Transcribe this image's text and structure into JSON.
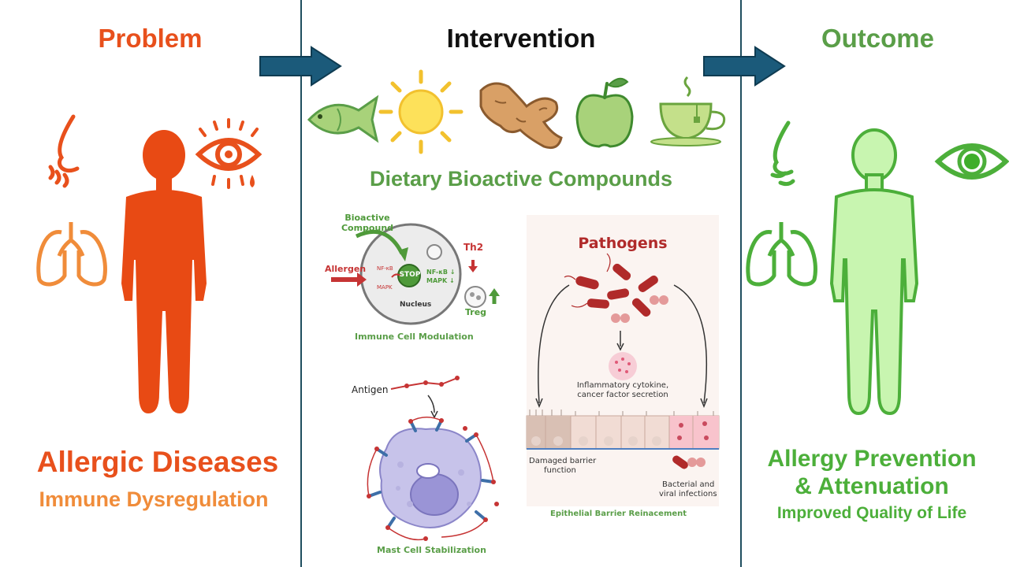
{
  "columns": {
    "problem": {
      "heading": "Problem",
      "title": "Allergic Diseases",
      "subtitle": "Immune Dysregulation"
    },
    "intervention": {
      "heading": "Intervention",
      "compounds_title": "Dietary Bioactive Compounds",
      "food_icons": [
        "fish-icon",
        "sun-icon",
        "ginger-icon",
        "apple-icon",
        "tea-cup-icon"
      ],
      "immune_panel": {
        "bioactive_label": "Bioactive Compound",
        "allergen_label": "Allergen",
        "stop_label": "STOP",
        "nfkb_left": "NF-κB",
        "mapk_left": "MAPK",
        "nfkb_right": "NF-κB ↓",
        "mapk_right": "MAPK ↓",
        "nucleus_label": "Nucleus",
        "th2_label": "Th2",
        "treg_label": "Treg",
        "caption": "Immune Cell Modulation"
      },
      "mast_panel": {
        "antigen_label": "Antigen",
        "caption": "Mast Cell Stabilization"
      },
      "epithelial_panel": {
        "pathogens_label": "Pathogens",
        "cytokine_label_1": "Inflammatory cytokine,",
        "cytokine_label_2": "cancer factor secretion",
        "damaged_label_1": "Damaged barrier",
        "damaged_label_2": "function",
        "infection_label_1": "Bacterial and",
        "infection_label_2": "viral infections",
        "caption": "Epithelial Barrier Reinacement"
      }
    },
    "outcome": {
      "heading": "Outcome",
      "title_line1": "Allergy Prevention",
      "title_line2": "& Attenuation",
      "subtitle": "Improved Quality of Life"
    }
  },
  "colors": {
    "problem": "#e8501c",
    "problem_light": "#f08c3a",
    "intervention_green": "#5a9e48",
    "outcome": "#4caf3a",
    "arrow": "#1b5a7a",
    "pathogen_red": "#b02a2a"
  }
}
